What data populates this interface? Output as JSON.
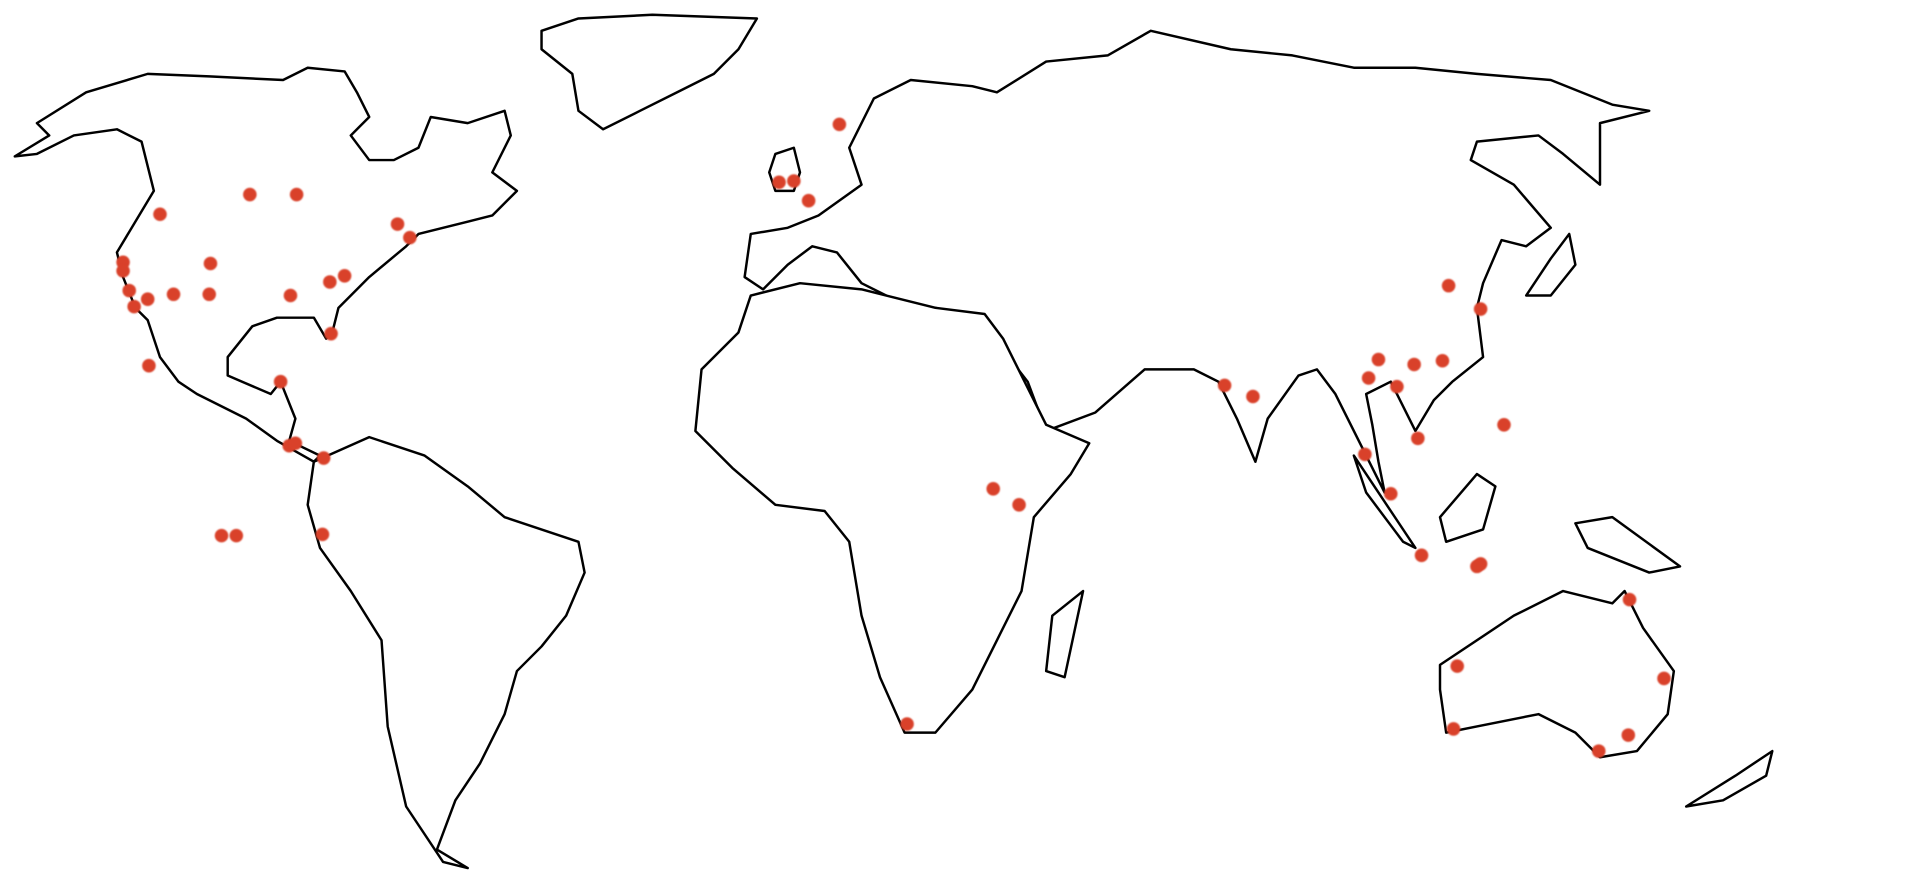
{
  "map": {
    "type": "world-outline",
    "background_color": "#ffffff",
    "outline_color": "#000000",
    "marker_color": "#d9412a",
    "marker_count": 54,
    "regions": [
      "north-america",
      "greenland",
      "south-america",
      "europe-asia",
      "africa",
      "australia",
      "new-zealand",
      "japan",
      "united-kingdom",
      "madagascar",
      "borneo",
      "sumatra",
      "new-guinea"
    ]
  }
}
